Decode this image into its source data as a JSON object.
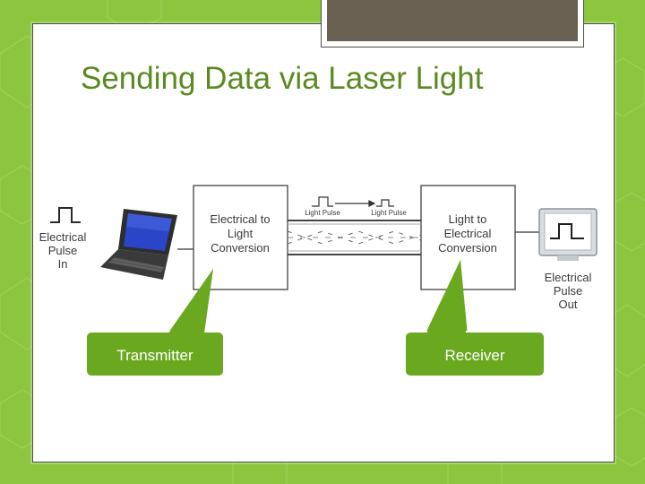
{
  "slide": {
    "title": "Sending Data via Laser Light"
  },
  "diagram": {
    "input_label": [
      "Electrical",
      "Pulse",
      "In"
    ],
    "transmitter_box": [
      "Electrical to",
      "Light",
      "Conversion"
    ],
    "receiver_box": [
      "Light to",
      "Electrical",
      "Conversion"
    ],
    "light_pulse_labels": [
      "Light Pulse",
      "Light Pulse"
    ],
    "output_label": [
      "Electrical",
      "Pulse",
      "Out"
    ]
  },
  "callouts": {
    "transmitter": "Transmitter",
    "receiver": "Receiver"
  },
  "colors": {
    "background": "#8cc63f",
    "accent_green": "#6aa91f",
    "title_green": "#5b8a20",
    "dark_bar": "#6b6152"
  },
  "icons": [
    "laptop-icon",
    "monitor-icon",
    "square-pulse-icon"
  ]
}
